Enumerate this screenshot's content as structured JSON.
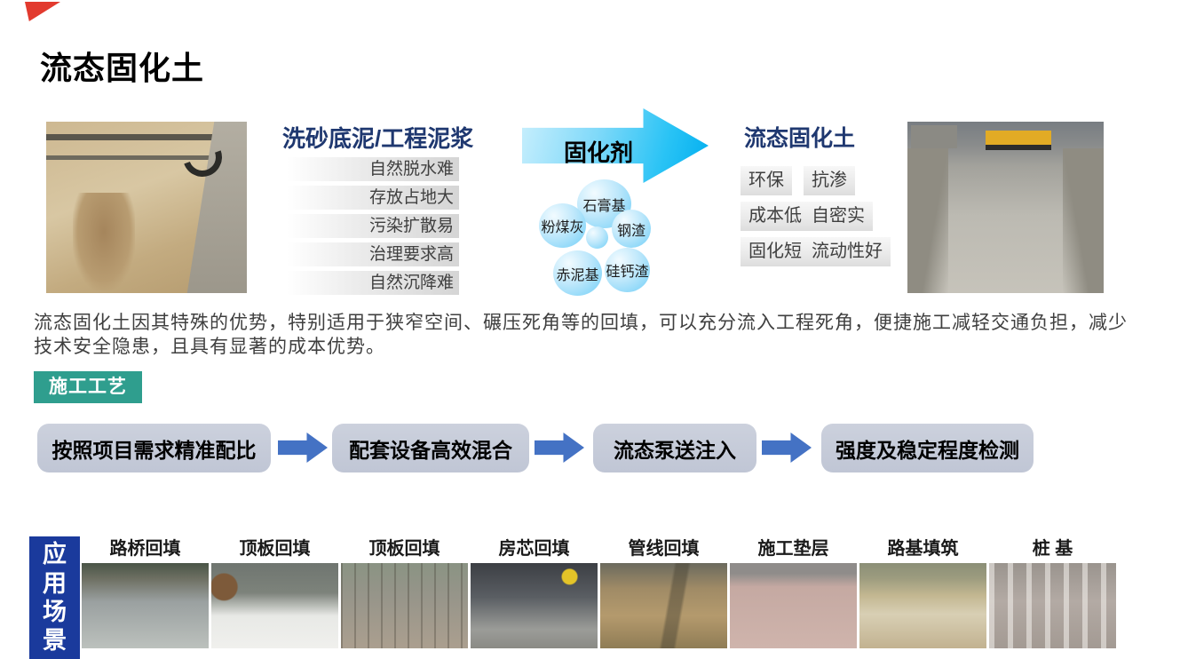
{
  "page": {
    "title": "流态固化土"
  },
  "source": {
    "heading": "洗砂底泥/工程泥浆",
    "items": [
      "自然脱水难",
      "存放占地大",
      "污染扩散易",
      "治理要求高",
      "自然沉降难"
    ]
  },
  "agent": {
    "arrow_label": "固化剂",
    "bubbles": [
      "石膏基",
      "粉煤灰",
      "钢渣",
      "赤泥基",
      "硅钙渣"
    ]
  },
  "result": {
    "heading": "流态固化土",
    "items": [
      "环保",
      "抗渗",
      "成本低",
      "自密实",
      "固化短",
      "流动性好"
    ]
  },
  "description": "流态固化土因其特殊的优势，特别适用于狭窄空间、碾压死角等的回填，可以充分流入工程死角，便捷施工减轻交通负担，减少技术安全隐患，且具有显著的成本优势。",
  "process": {
    "badge": "施工工艺",
    "steps": [
      "按照项目需求精准配比",
      "配套设备高效混合",
      "流态泵送注入",
      "强度及稳定程度检测"
    ]
  },
  "applications": {
    "label": "应用场景",
    "scenes": [
      "路桥回填",
      "顶板回填",
      "顶板回填",
      "房芯回填",
      "管线回填",
      "施工垫层",
      "路基填筑",
      "桩 基"
    ]
  },
  "colors": {
    "heading_navy": "#1f3870",
    "cure_arrow_cyan": "#00aeef",
    "bubble_blue": "#6fcef7",
    "process_badge_teal": "#2f9e8e",
    "step_box_gray": "#c6cbd8",
    "step_arrow_blue": "#4472c4",
    "applications_blue": "#1a3a9c",
    "corner_accent_red": "#e23a2e"
  }
}
